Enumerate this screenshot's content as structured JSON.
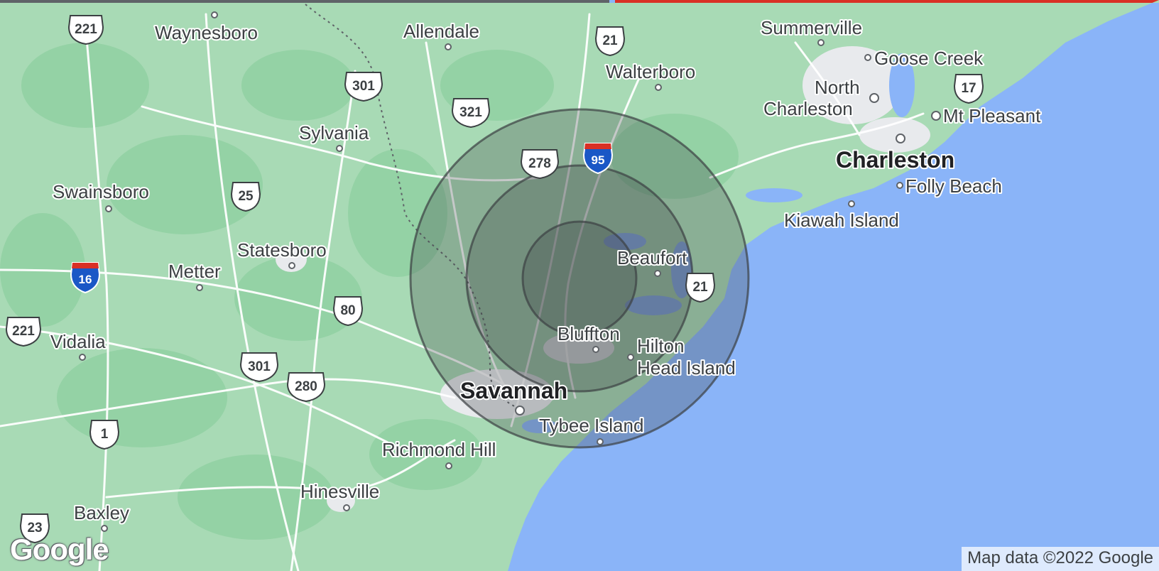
{
  "map": {
    "cities": [
      {
        "id": "waynesboro",
        "label": "Waynesboro",
        "size": "md"
      },
      {
        "id": "allendale",
        "label": "Allendale",
        "size": "md"
      },
      {
        "id": "walterboro",
        "label": "Walterboro",
        "size": "md"
      },
      {
        "id": "summerville",
        "label": "Summerville",
        "size": "md"
      },
      {
        "id": "goose-creek",
        "label": "Goose Creek",
        "size": "md"
      },
      {
        "id": "north-charleston-1",
        "label": "North",
        "size": "md"
      },
      {
        "id": "north-charleston-2",
        "label": "Charleston",
        "size": "md"
      },
      {
        "id": "mt-pleasant",
        "label": "Mt Pleasant",
        "size": "md"
      },
      {
        "id": "charleston",
        "label": "Charleston",
        "size": "lg"
      },
      {
        "id": "folly-beach",
        "label": "Folly Beach",
        "size": "md"
      },
      {
        "id": "kiawah-island",
        "label": "Kiawah Island",
        "size": "md"
      },
      {
        "id": "sylvania",
        "label": "Sylvania",
        "size": "md"
      },
      {
        "id": "swainsboro",
        "label": "Swainsboro",
        "size": "md"
      },
      {
        "id": "statesboro",
        "label": "Statesboro",
        "size": "md"
      },
      {
        "id": "metter",
        "label": "Metter",
        "size": "md"
      },
      {
        "id": "vidalia",
        "label": "Vidalia",
        "size": "md"
      },
      {
        "id": "beaufort",
        "label": "Beaufort",
        "size": "md"
      },
      {
        "id": "bluffton",
        "label": "Bluffton",
        "size": "md"
      },
      {
        "id": "hilton-1",
        "label": "Hilton",
        "size": "md"
      },
      {
        "id": "hilton-2",
        "label": "Head Island",
        "size": "md"
      },
      {
        "id": "savannah",
        "label": "Savannah",
        "size": "lg"
      },
      {
        "id": "tybee-island",
        "label": "Tybee Island",
        "size": "md"
      },
      {
        "id": "richmond-hill",
        "label": "Richmond Hill",
        "size": "md"
      },
      {
        "id": "hinesville",
        "label": "Hinesville",
        "size": "md"
      },
      {
        "id": "baxley",
        "label": "Baxley",
        "size": "md"
      }
    ],
    "shields": [
      {
        "id": "us-221-n",
        "label": "221",
        "kind": "us"
      },
      {
        "id": "us-301-n",
        "label": "301",
        "kind": "us"
      },
      {
        "id": "us-21-n",
        "label": "21",
        "kind": "us"
      },
      {
        "id": "us-321",
        "label": "321",
        "kind": "us"
      },
      {
        "id": "us-278",
        "label": "278",
        "kind": "us"
      },
      {
        "id": "i-95",
        "label": "95",
        "kind": "interstate"
      },
      {
        "id": "us-17",
        "label": "17",
        "kind": "us"
      },
      {
        "id": "us-25",
        "label": "25",
        "kind": "us"
      },
      {
        "id": "i-16",
        "label": "16",
        "kind": "interstate"
      },
      {
        "id": "us-80",
        "label": "80",
        "kind": "us"
      },
      {
        "id": "us-221-s",
        "label": "221",
        "kind": "us"
      },
      {
        "id": "us-301-s",
        "label": "301",
        "kind": "us"
      },
      {
        "id": "us-280",
        "label": "280",
        "kind": "us"
      },
      {
        "id": "us-21-s",
        "label": "21",
        "kind": "us"
      },
      {
        "id": "us-1",
        "label": "1",
        "kind": "us"
      },
      {
        "id": "us-23",
        "label": "23",
        "kind": "us"
      }
    ],
    "radius_rings": 3,
    "colors": {
      "land": "#a8dab5",
      "land_dark": "#94d2a5",
      "water": "#8ab4f8",
      "urban": "#e8eaed",
      "road": "#ffffff",
      "ring_fill": "#3c4043",
      "ring_stroke": "#3c4043"
    }
  },
  "branding": {
    "logo": "Google"
  },
  "attribution": "Map data ©2022 Google"
}
